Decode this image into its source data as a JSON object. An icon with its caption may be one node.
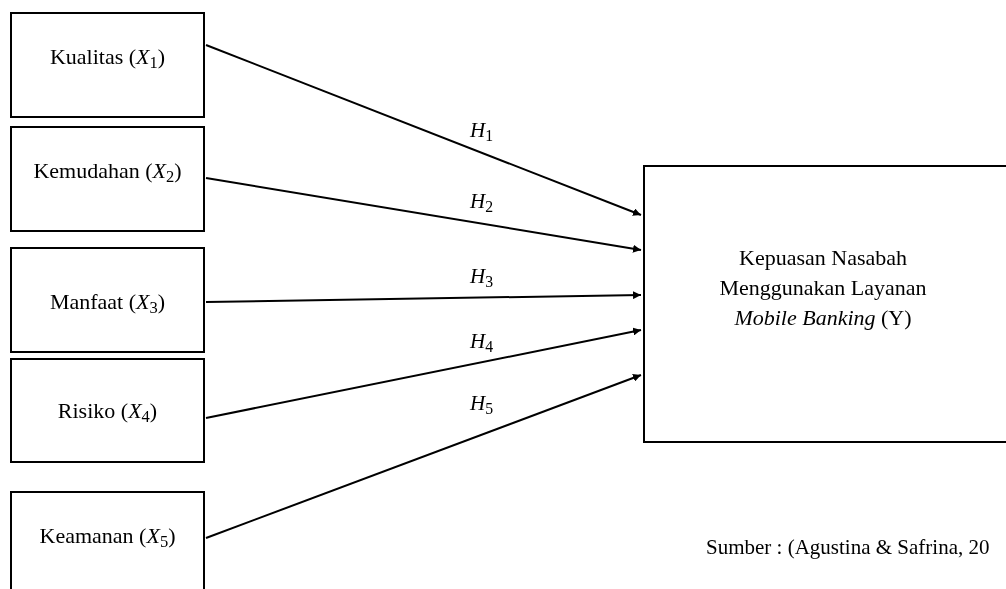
{
  "diagram": {
    "nodes": [
      {
        "text": [
          "Kualitas (*X*$_{1}$)"
        ]
      },
      {
        "text": [
          "Kemudahan (*X*$_{2}$)"
        ]
      },
      {
        "text": [
          "Manfaat (*X*$_{3}$)"
        ]
      },
      {
        "text": [
          "Risiko (*X*$_{4}$)"
        ]
      },
      {
        "text": [
          "Keamanan (*X*$_{5}$)"
        ]
      },
      {
        "text": [
          "Kepuasan Nasabah Menggunakan Layanan *Mobile Banking* (Y)"
        ]
      }
    ],
    "edges": [
      {
        "from": 0,
        "to": 5,
        "arrow": "to",
        "label": "*H*$_{1}$"
      },
      {
        "from": 1,
        "to": 5,
        "arrow": "to",
        "label": "*H*$_{2}$"
      },
      {
        "from": 2,
        "to": 5,
        "arrow": "to",
        "label": "*H*$_{3}$"
      },
      {
        "from": 3,
        "to": 5,
        "arrow": "to",
        "label": "*H*$_{4}$"
      },
      {
        "from": 4,
        "to": 5,
        "arrow": "to",
        "label": "*H*$_{5}$"
      }
    ],
    "labels": [
      "Sumber : (Agustina & Safrina, 20"
    ]
  }
}
